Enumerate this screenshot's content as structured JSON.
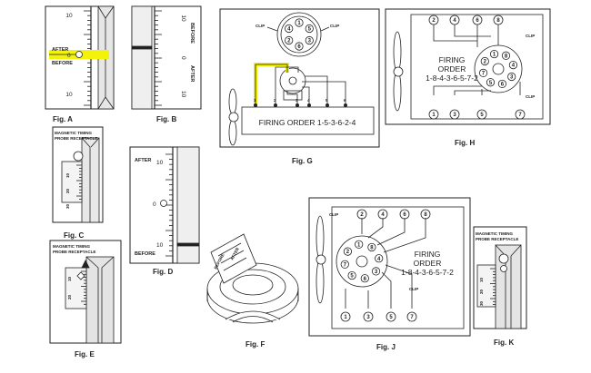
{
  "figures": {
    "a": {
      "caption": "Fig. A",
      "after": "AFTER",
      "before": "BEFORE",
      "zero": "0",
      "top": "10",
      "bottom": "10",
      "highlight": "#f2f20a"
    },
    "b": {
      "caption": "Fig. B",
      "before": "BEFORE",
      "after": "AFTER",
      "zero": "0",
      "top": "10",
      "bottom": "10"
    },
    "c": {
      "caption": "Fig. C",
      "label1": "MAGNETIC TIMING",
      "label2": "PROBE RECEPTACLE",
      "ten": "10",
      "twenty": "20",
      "thirty": "30"
    },
    "d": {
      "caption": "Fig. D",
      "after": "AFTER",
      "before": "BEFORE",
      "zero": "0",
      "top": "10",
      "bottom": "10"
    },
    "e": {
      "caption": "Fig. E",
      "label1": "MAGNETIC TIMING",
      "label2": "PROBE RECEPTACLE",
      "ten": "10",
      "twenty": "20"
    },
    "f": {
      "caption": "Fig. F",
      "scale1": "BEFORE",
      "scale2": "AFTER"
    },
    "g": {
      "caption": "Fig. G",
      "clip_left": "CLIP",
      "clip_right": "CLIP",
      "firing_order": "FIRING ORDER  1-5-3-6-2-4",
      "cylinders": [
        "1",
        "2",
        "3",
        "4",
        "5",
        "6"
      ],
      "cap_numbers": [
        "1",
        "5",
        "3",
        "6",
        "2",
        "4"
      ],
      "highlight": "#f2f20a"
    },
    "h": {
      "caption": "Fig. H",
      "clip_top": "CLIP",
      "clip_bottom": "CLIP",
      "fo1": "FIRING",
      "fo2": "ORDER",
      "fo3": "1-8-4-3-6-5-7-2",
      "top_cyls": [
        "2",
        "4",
        "6",
        "8"
      ],
      "bottom_cyls": [
        "1",
        "3",
        "5",
        "7"
      ],
      "cap_numbers": [
        "8",
        "4",
        "3",
        "6",
        "5",
        "7",
        "2",
        "1"
      ]
    },
    "j": {
      "caption": "Fig. J",
      "clip_top": "CLIP",
      "clip_bottom": "CLIP",
      "fo1": "FIRING",
      "fo2": "ORDER",
      "fo3": "1-8-4-3-6-5-7-2",
      "top_cyls": [
        "2",
        "4",
        "6",
        "8"
      ],
      "bottom_cyls": [
        "1",
        "3",
        "5",
        "7"
      ],
      "cap_numbers": [
        "1",
        "8",
        "4",
        "3",
        "6",
        "5",
        "7",
        "2"
      ]
    },
    "k": {
      "caption": "Fig. K",
      "label1": "MAGNETIC TIMING",
      "label2": "PROBE RECEPTACLE",
      "ten": "10",
      "twenty": "20",
      "thirty": "30"
    }
  }
}
